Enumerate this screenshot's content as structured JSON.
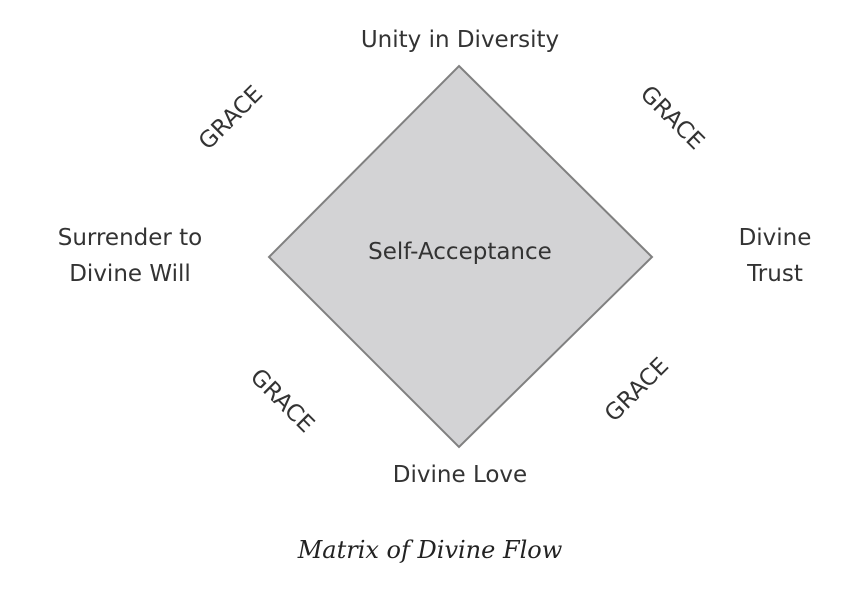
{
  "diagram": {
    "top_label": "Unity in Diversity",
    "center_label": "Self-Acceptance",
    "left_label_line1": "Surrender to",
    "left_label_line2": "Divine Will",
    "right_label_line1": "Divine",
    "right_label_line2": "Trust",
    "bottom_label": "Divine Love",
    "grace_top_left": "GRACE",
    "grace_top_right": "GRACE",
    "grace_bottom_left": "GRACE",
    "grace_bottom_right": "GRACE",
    "fill_color": "#d3d3d5",
    "stroke_color": "#808080"
  },
  "caption": "Matrix of Divine Flow"
}
